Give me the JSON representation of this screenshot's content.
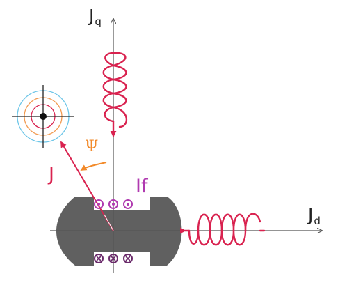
{
  "labels": {
    "jq": {
      "main": "J",
      "sub": "q"
    },
    "jd": {
      "main": "J",
      "sub": "d"
    },
    "j": "J",
    "psi": "Ψ",
    "if": "If"
  },
  "colors": {
    "axis": "#555555",
    "rotor": "#606060",
    "coil": "#d9224f",
    "current_vector": "#d9224f",
    "psi_arrow": "#f28a2a",
    "field_current": "#b03ab0",
    "conductor_mark": "#6a2a6a",
    "target_rings": [
      "#6ec6e8",
      "#f29a50",
      "#d9224f"
    ]
  },
  "icons": {
    "target": "crosshair-target-icon",
    "dot_conductor": "current-out-of-page-icon",
    "cross_conductor": "current-into-page-icon"
  },
  "conductors": {
    "top_count": 3,
    "bottom_count": 3
  }
}
